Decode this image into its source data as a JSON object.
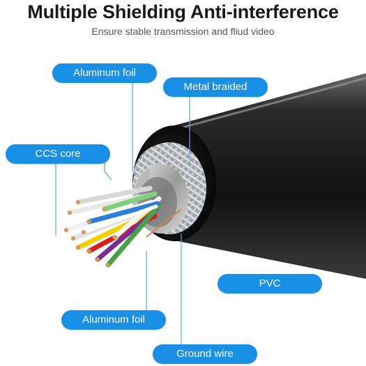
{
  "header": {
    "title": "Multiple Shielding Anti-interference",
    "subtitle": "Ensure stable transmission and fliud video"
  },
  "labels": {
    "aluminum_foil_top": "Aluminum foil",
    "metal_braided": "Metal braided",
    "ccs_core": "CCS core",
    "pvc": "PVC",
    "aluminum_foil_bottom": "Aluminum foil",
    "ground_wire": "Ground wire"
  },
  "colors": {
    "label_bg": "#1a8fe6",
    "jacket": "#1c1c1c",
    "braid": "#b9bcc1",
    "leader_line": "#5aa7e6"
  }
}
